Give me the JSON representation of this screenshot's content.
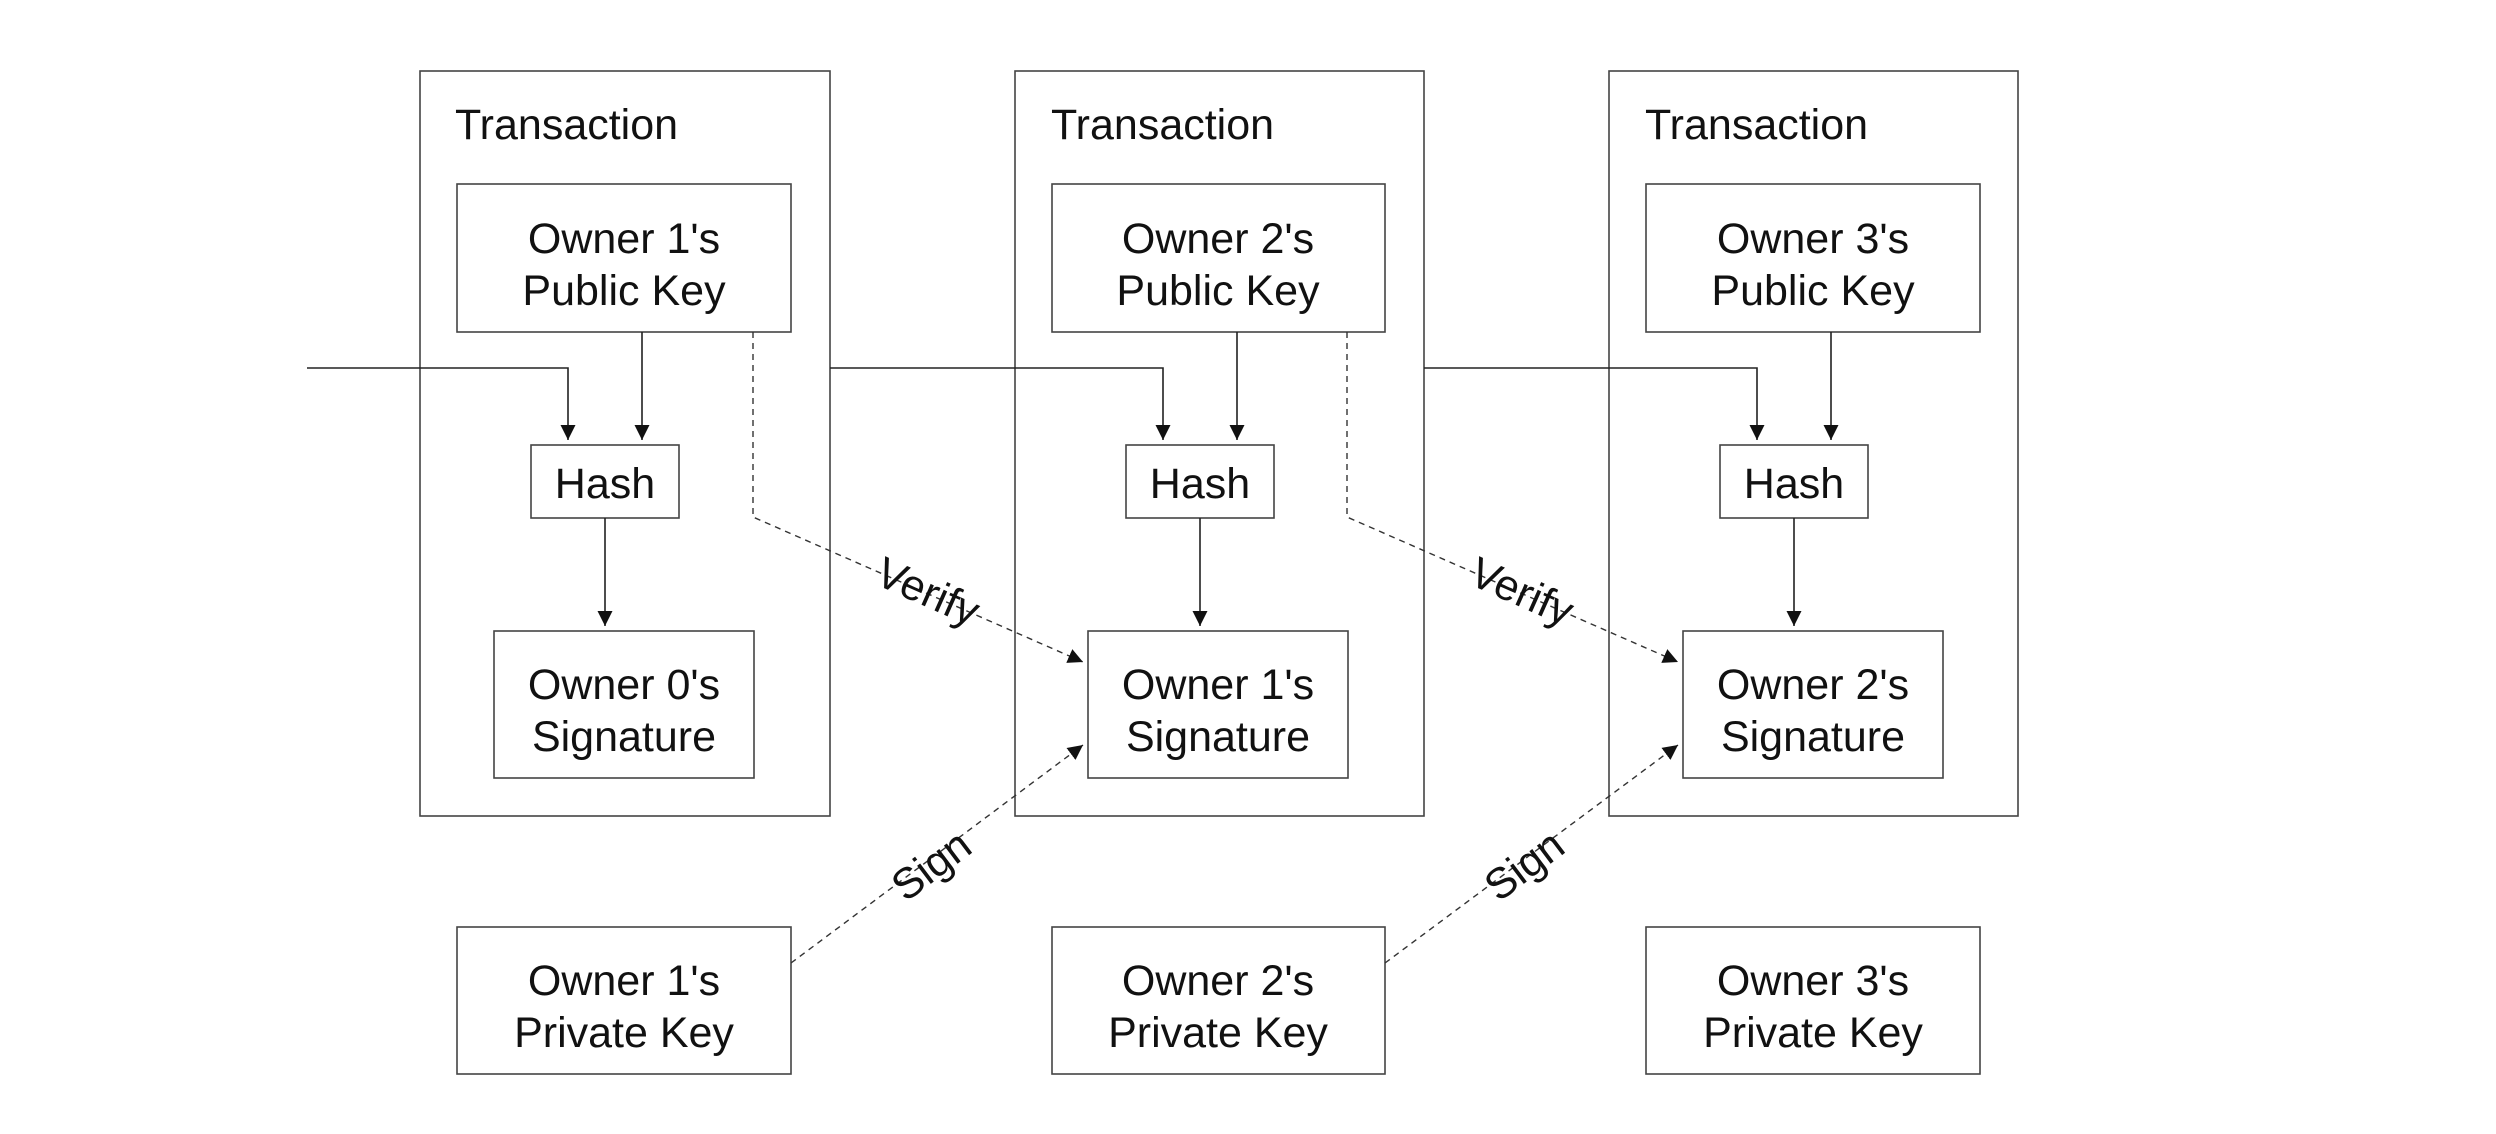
{
  "transactions": [
    {
      "title": "Transaction",
      "public_key": [
        "Owner 1's",
        "Public Key"
      ],
      "hash": "Hash",
      "signature": [
        "Owner 0's",
        "Signature"
      ]
    },
    {
      "title": "Transaction",
      "public_key": [
        "Owner 2's",
        "Public Key"
      ],
      "hash": "Hash",
      "signature": [
        "Owner 1's",
        "Signature"
      ]
    },
    {
      "title": "Transaction",
      "public_key": [
        "Owner 3's",
        "Public Key"
      ],
      "hash": "Hash",
      "signature": [
        "Owner 2's",
        "Signature"
      ]
    }
  ],
  "private_keys": [
    [
      "Owner 1's",
      "Private Key"
    ],
    [
      "Owner 2's",
      "Private Key"
    ],
    [
      "Owner 3's",
      "Private Key"
    ]
  ],
  "edges": {
    "verify": [
      "Verify",
      "Verify"
    ],
    "sign": [
      "Sign",
      "Sign"
    ]
  }
}
